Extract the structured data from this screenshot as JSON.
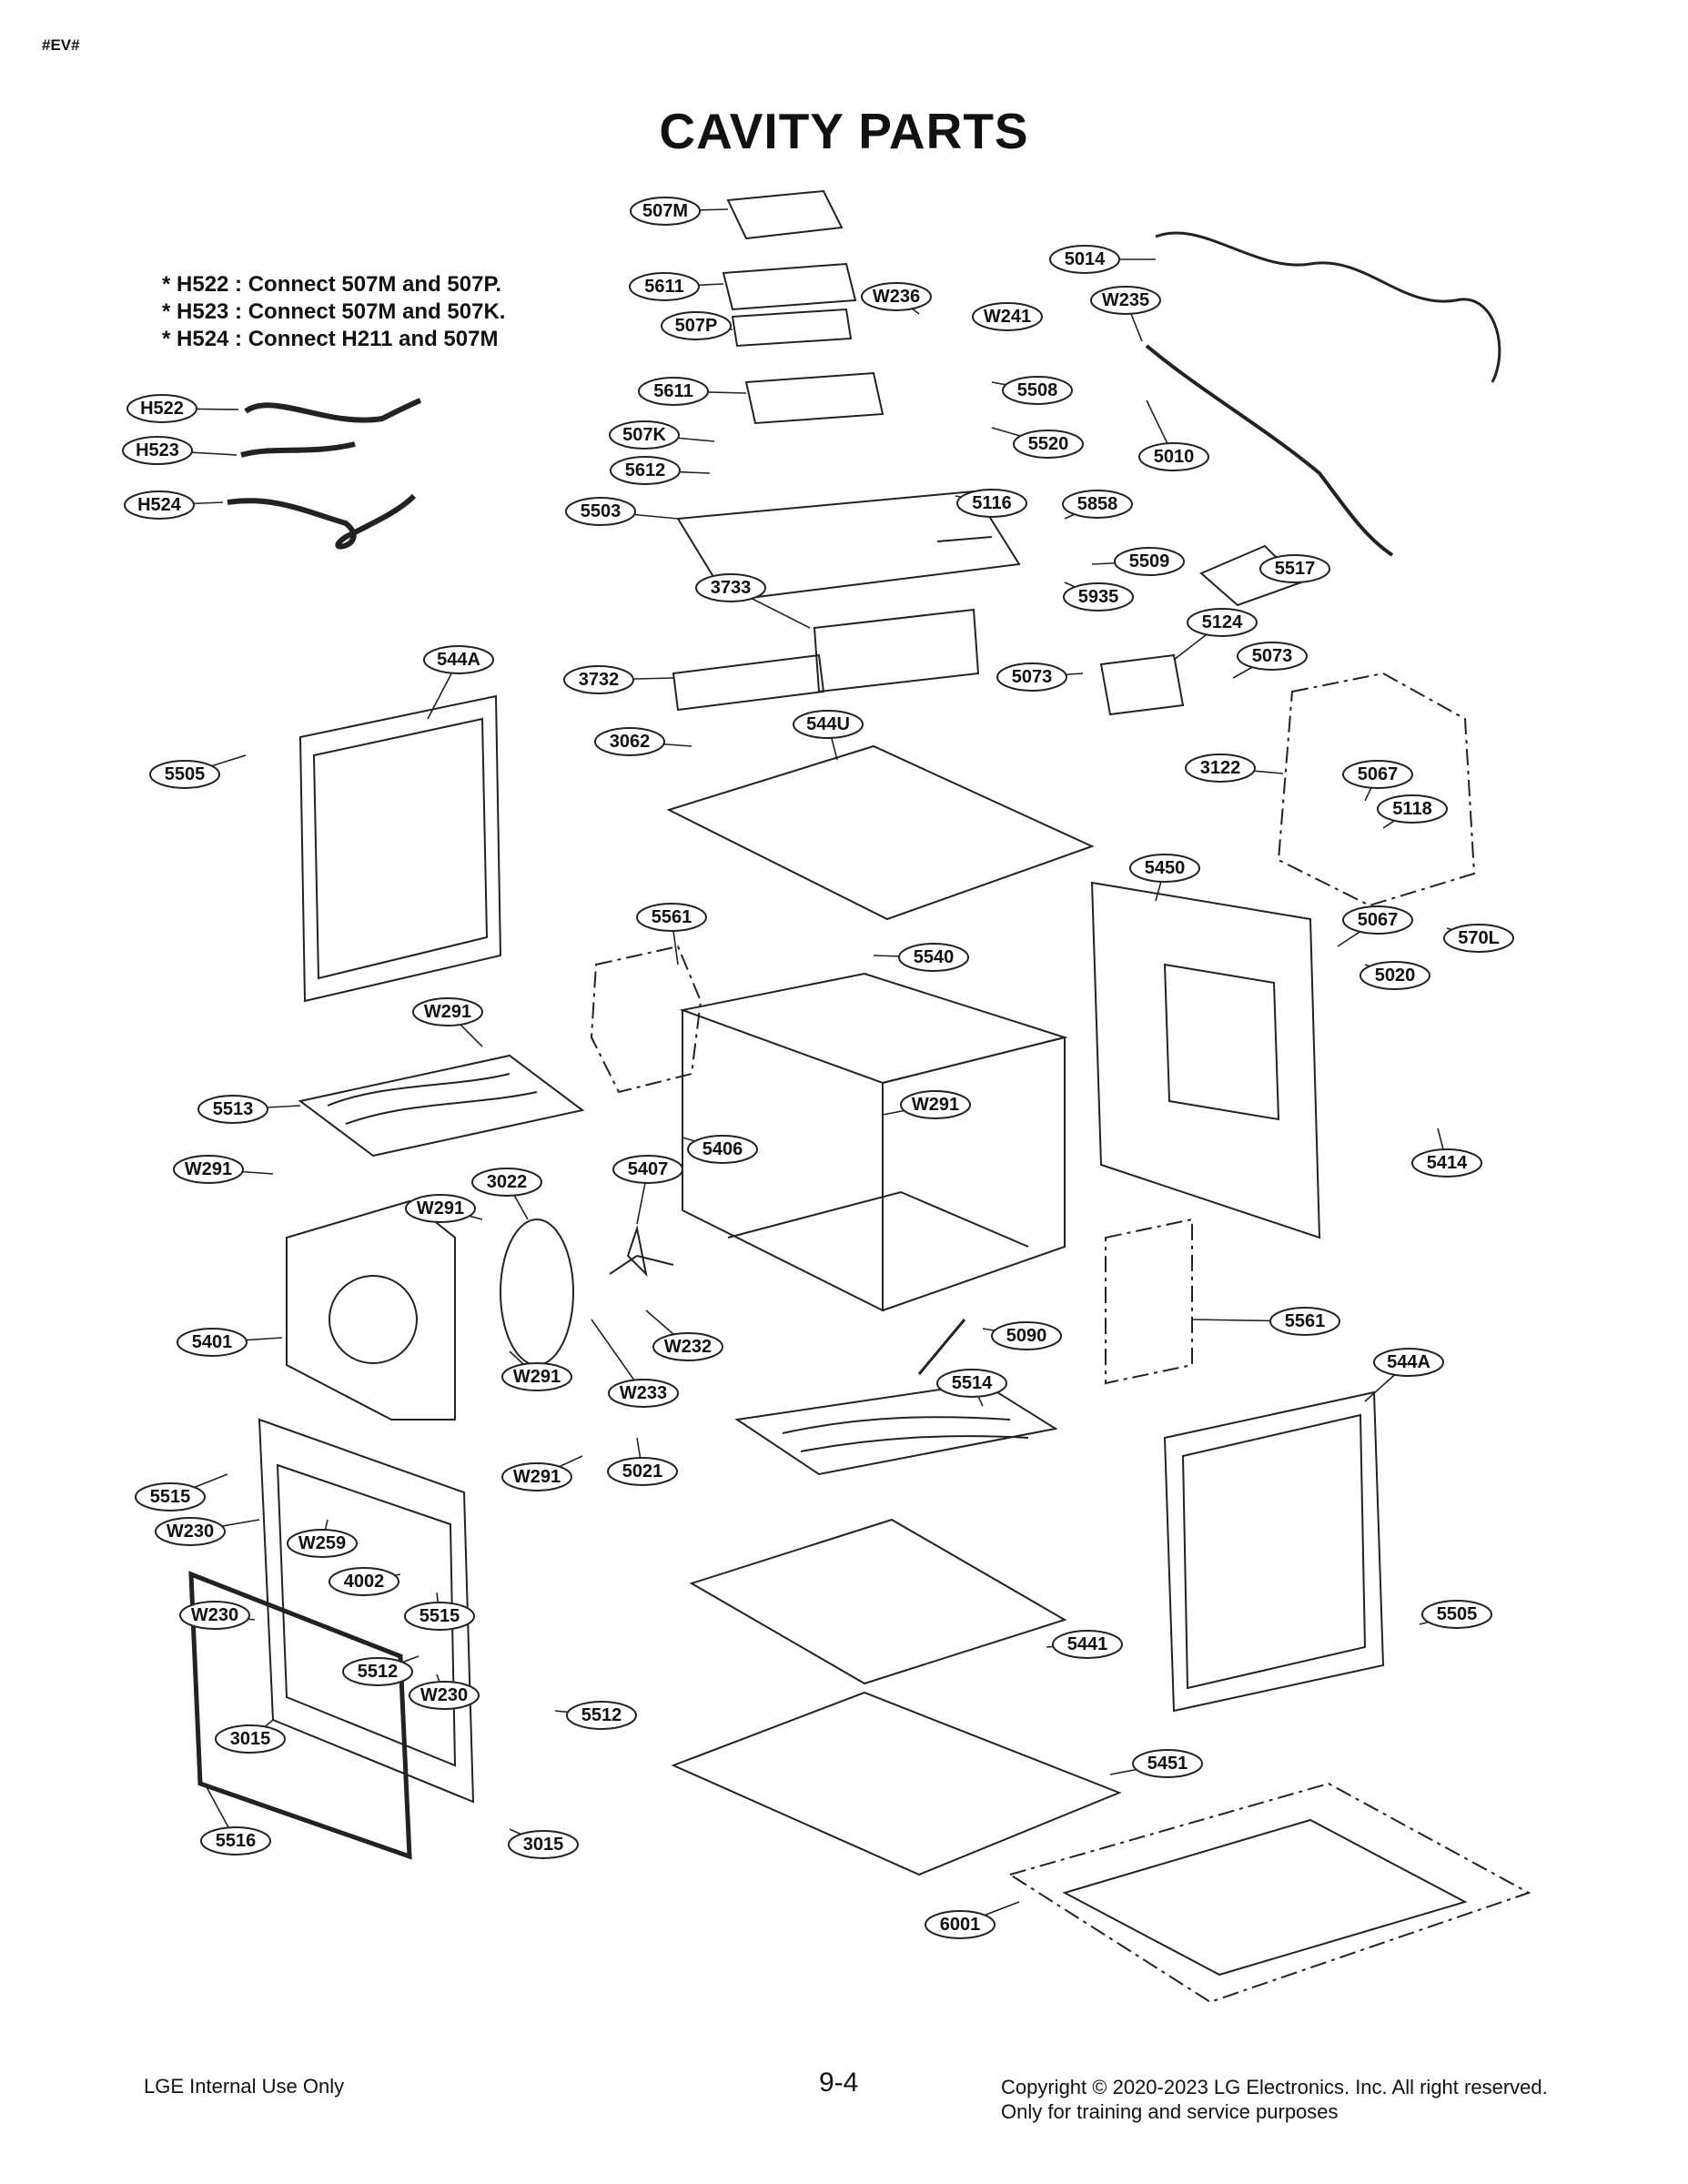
{
  "page_id": "#EV#",
  "title": "CAVITY PARTS",
  "notes": [
    "* H522 : Connect 507M and 507P.",
    "* H523 : Connect 507M and 507K.",
    "* H524 : Connect H211 and 507M"
  ],
  "callouts": [
    "507M",
    "5611",
    "507P",
    "5611",
    "507K",
    "5612",
    "5503",
    "W236",
    "W241",
    "5508",
    "5520",
    "5014",
    "W235",
    "5010",
    "5116",
    "5858",
    "5509",
    "5517",
    "5935",
    "3733",
    "3732",
    "5124",
    "5073",
    "5073",
    "3062",
    "544U",
    "3122",
    "5067",
    "5118",
    "544A",
    "5505",
    "5450",
    "5067",
    "570L",
    "5020",
    "5561",
    "5540",
    "W291",
    "5513",
    "W291",
    "5406",
    "W291",
    "5414",
    "5407",
    "3022",
    "W291",
    "5401",
    "W232",
    "W291",
    "W233",
    "5090",
    "5561",
    "544A",
    "5514",
    "W291",
    "5021",
    "5515",
    "W230",
    "W259",
    "4002",
    "5515",
    "W230",
    "5512",
    "5505",
    "5441",
    "W230",
    "5512",
    "3015",
    "5451",
    "5516",
    "3015",
    "6001",
    "H522",
    "H523",
    "H524"
  ],
  "footer": {
    "left": "LGE Internal Use Only",
    "page_number": "9-4",
    "copyright_line1": "Copyright © 2020-2023 LG Electronics. Inc. All right reserved.",
    "copyright_line2": "Only for training and service purposes"
  }
}
